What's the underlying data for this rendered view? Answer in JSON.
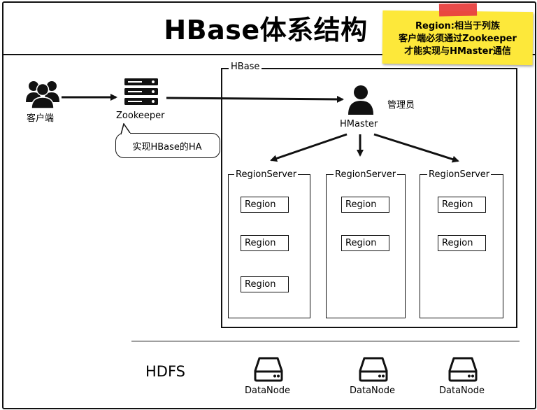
{
  "title": "HBase体系结构",
  "note": {
    "line1": "Region:相当于列族",
    "line2": "客户端必须通过Zookeeper",
    "line3": "才能实现与HMaster通信"
  },
  "client": {
    "label": "客户端"
  },
  "zookeeper": {
    "label": "Zookeeper",
    "callout": "实现HBase的HA"
  },
  "hbase": {
    "label": "HBase",
    "master": {
      "label": "HMaster",
      "role": "管理员"
    },
    "region_servers": [
      {
        "label": "RegionServer",
        "regions": [
          "Region",
          "Region",
          "Region"
        ]
      },
      {
        "label": "RegionServer",
        "regions": [
          "Region",
          "Region"
        ]
      },
      {
        "label": "RegionServer",
        "regions": [
          "Region",
          "Region"
        ]
      }
    ]
  },
  "hdfs": {
    "label": "HDFS",
    "datanodes": [
      "DataNode",
      "DataNode",
      "DataNode"
    ]
  },
  "colors": {
    "sticky_note": "#fde83a",
    "tape": "#e8403f",
    "ink": "#111111"
  }
}
